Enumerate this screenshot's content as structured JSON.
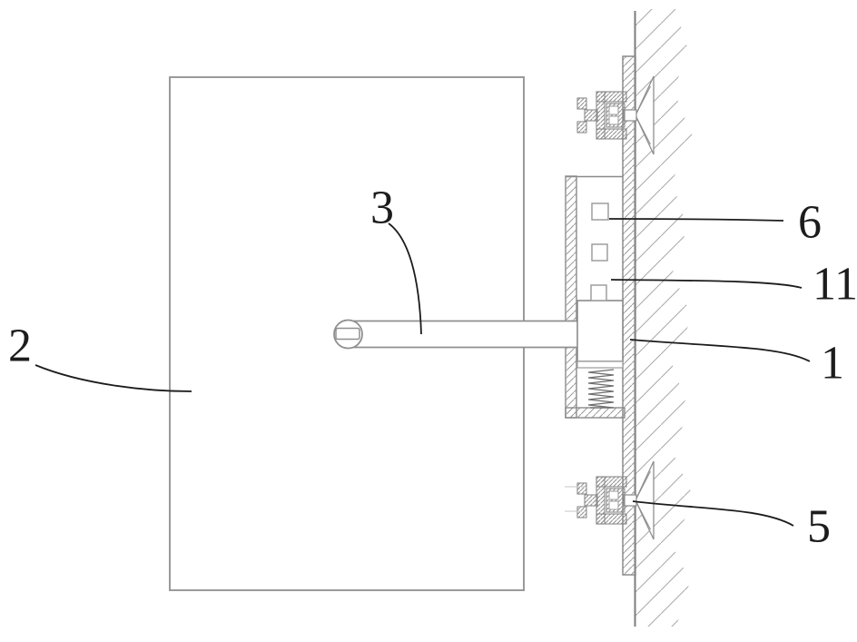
{
  "figure": {
    "labels": [
      {
        "id": "2",
        "text": "2"
      },
      {
        "id": "3",
        "text": "3"
      },
      {
        "id": "6",
        "text": "6"
      },
      {
        "id": "11",
        "text": "11"
      },
      {
        "id": "1",
        "text": "1"
      },
      {
        "id": "5",
        "text": "5"
      }
    ],
    "colors": {
      "background": "#ffffff",
      "structure": "#8f8f8f",
      "hatch": "#a6a6a6",
      "annotation": "#1c1c1c"
    }
  }
}
